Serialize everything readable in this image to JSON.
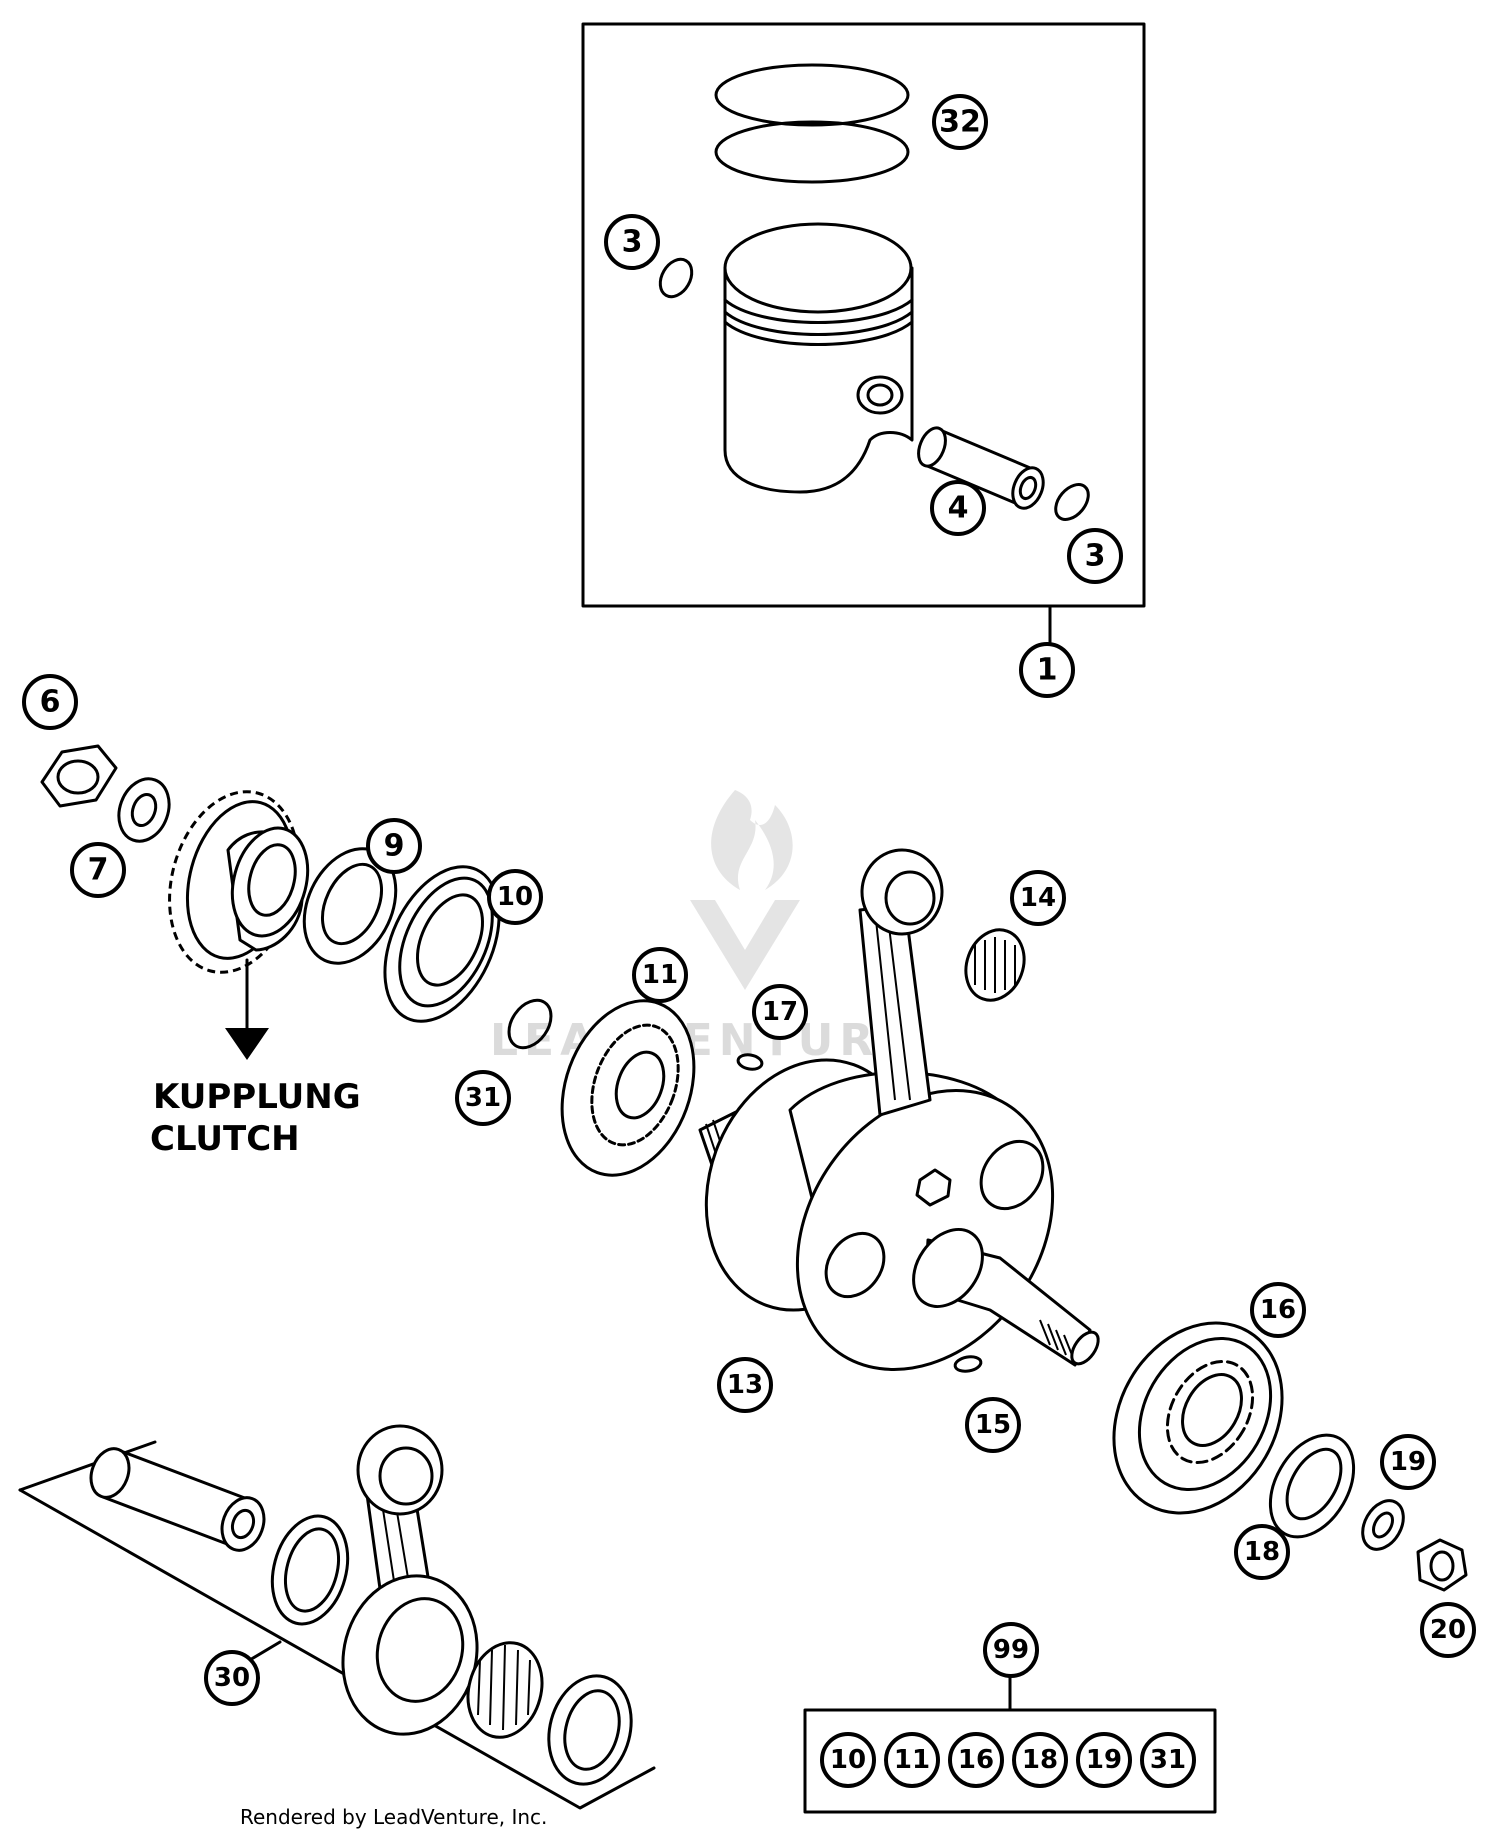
{
  "diagram": {
    "callouts": {
      "c1": "1",
      "c3a": "3",
      "c3b": "3",
      "c4": "4",
      "c32": "32",
      "c6": "6",
      "c7": "7",
      "c9": "9",
      "c10": "10",
      "c11": "11",
      "c13": "13",
      "c14": "14",
      "c15": "15",
      "c16": "16",
      "c17": "17",
      "c18": "18",
      "c19": "19",
      "c20": "20",
      "c30": "30",
      "c31": "31",
      "c99": "99"
    },
    "kit_items": [
      "10",
      "11",
      "16",
      "18",
      "19",
      "31"
    ],
    "labels": {
      "line1": "KUPPLUNG",
      "line2": "CLUTCH"
    },
    "credit": "Rendered by LeadVenture, Inc.",
    "watermark": "LEADVENTURE"
  }
}
